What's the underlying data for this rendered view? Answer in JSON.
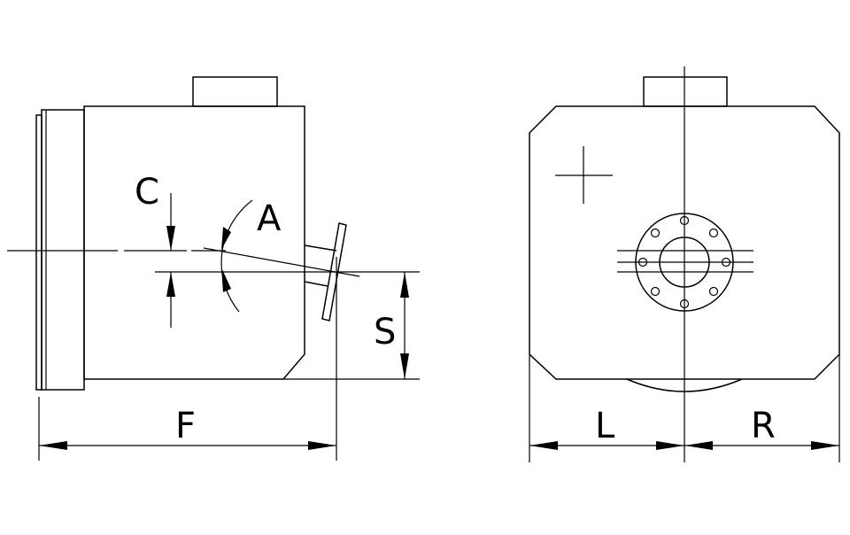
{
  "labels": {
    "C": "C",
    "A": "A",
    "S": "S",
    "F": "F",
    "L": "L",
    "R": "R"
  },
  "colors": {
    "line": "#000000",
    "background": "#ffffff"
  }
}
